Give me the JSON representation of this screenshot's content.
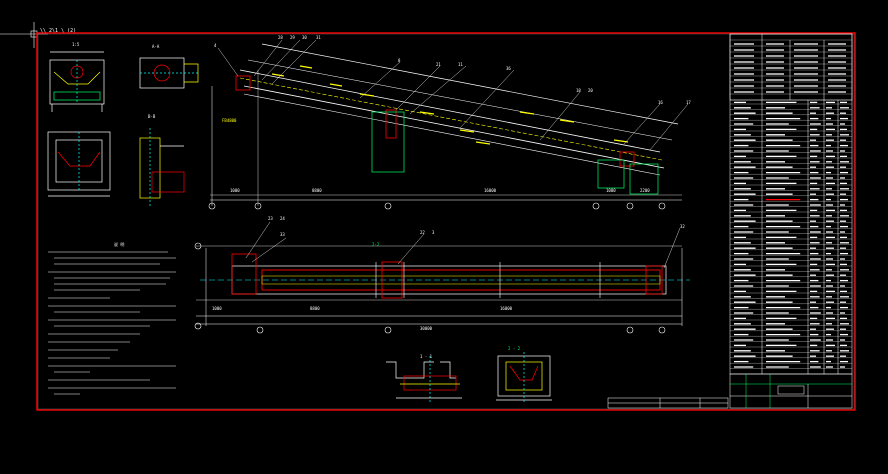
{
  "cursor": {
    "label": "\\\\ 2\\1 \\  (2)"
  },
  "sections": {
    "notes_heading": "说 明",
    "section_label": "1 - 1",
    "section_label_2": "2 - 2"
  },
  "colors": {
    "background": "#000000",
    "border": "#ff0000",
    "line": "#ffffff",
    "accent_yellow": "#ffff00",
    "accent_green": "#00ff66",
    "accent_cyan": "#00ffff",
    "accent_magenta": "#ff00ff"
  }
}
